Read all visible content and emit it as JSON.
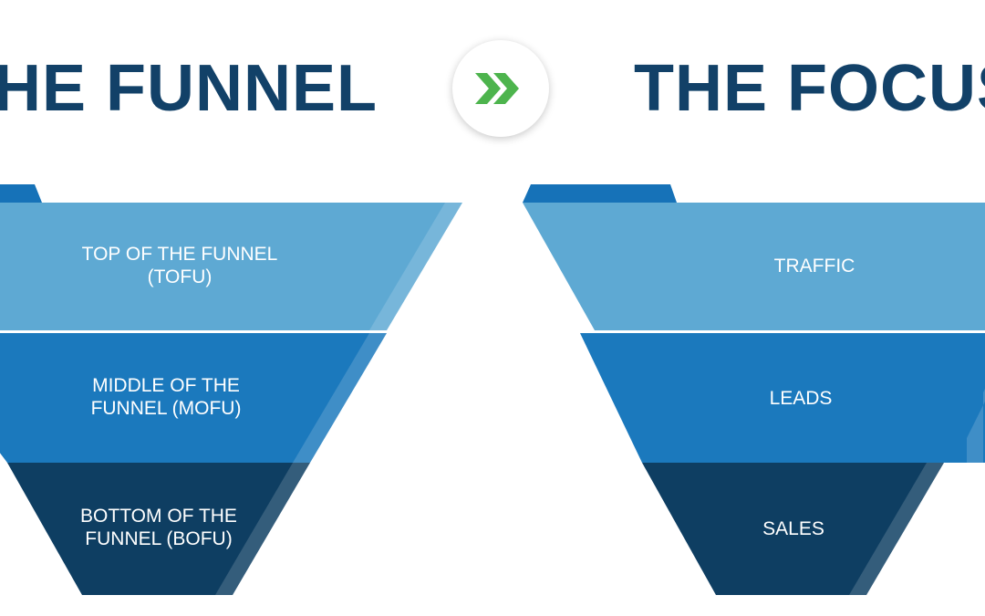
{
  "colors": {
    "navy": "#124168",
    "tier_top": "#5ea9d3",
    "tier_mid": "#1b79bd",
    "tier_bottom": "#0e3e62",
    "tab": "#1672b8",
    "arrow": "#4db44d"
  },
  "left": {
    "title": "THE FUNNEL",
    "tiers": [
      {
        "lines": [
          "TOP OF THE FUNNEL",
          "(TOFU)"
        ]
      },
      {
        "lines": [
          "MIDDLE OF THE",
          "FUNNEL (MOFU)"
        ]
      },
      {
        "lines": [
          "BOTTOM OF THE",
          "FUNNEL (BOFU)"
        ]
      }
    ]
  },
  "right": {
    "title": "THE FOCUS",
    "tiers": [
      {
        "lines": [
          "TRAFFIC"
        ]
      },
      {
        "lines": [
          "LEADS"
        ]
      },
      {
        "lines": [
          "SALES"
        ]
      }
    ]
  },
  "connector": {
    "icon": "double-chevron-right-icon"
  }
}
